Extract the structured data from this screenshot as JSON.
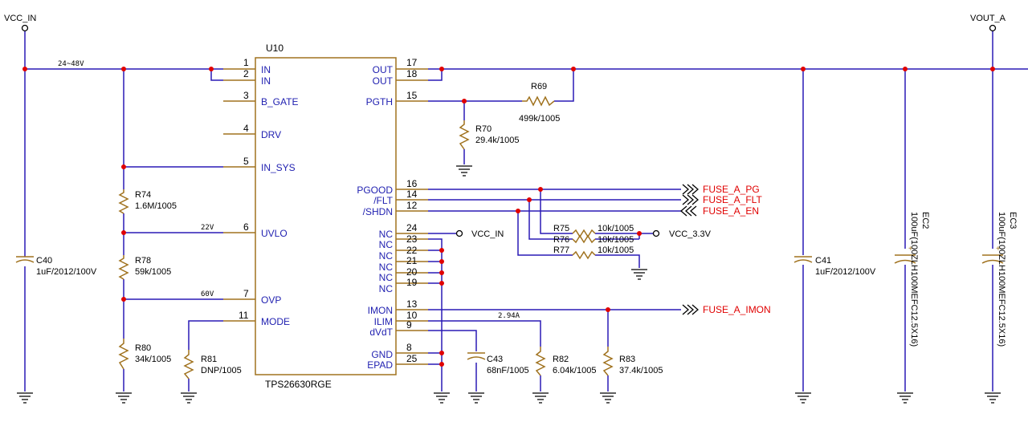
{
  "nets": {
    "vcc_in": "VCC_IN",
    "vout_a": "VOUT_A",
    "vin_range": "24~48V",
    "uvlo_v": "22V",
    "ovp_v": "60V",
    "ilim": "2.94A",
    "vcc_in_nc": "VCC_IN",
    "vcc_3v3": "VCC_3.3V"
  },
  "ic": {
    "ref": "U10",
    "part": "TPS26630RGE",
    "left_pins": [
      {
        "num": "1",
        "name": "IN"
      },
      {
        "num": "2",
        "name": "IN"
      },
      {
        "num": "3",
        "name": "B_GATE"
      },
      {
        "num": "4",
        "name": "DRV"
      },
      {
        "num": "5",
        "name": "IN_SYS"
      },
      {
        "num": "6",
        "name": "UVLO"
      },
      {
        "num": "7",
        "name": "OVP"
      },
      {
        "num": "11",
        "name": "MODE"
      }
    ],
    "right_pins": [
      {
        "num": "17",
        "name": "OUT"
      },
      {
        "num": "18",
        "name": "OUT"
      },
      {
        "num": "15",
        "name": "PGTH"
      },
      {
        "num": "16",
        "name": "PGOOD"
      },
      {
        "num": "14",
        "name": "/FLT"
      },
      {
        "num": "12",
        "name": "/SHDN"
      },
      {
        "num": "24",
        "name": "NC"
      },
      {
        "num": "23",
        "name": "NC"
      },
      {
        "num": "22",
        "name": "NC"
      },
      {
        "num": "21",
        "name": "NC"
      },
      {
        "num": "20",
        "name": "NC"
      },
      {
        "num": "19",
        "name": "NC"
      },
      {
        "num": "13",
        "name": "IMON"
      },
      {
        "num": "10",
        "name": "ILIM"
      },
      {
        "num": "9",
        "name": "dVdT"
      },
      {
        "num": "8",
        "name": "GND"
      },
      {
        "num": "25",
        "name": "EPAD"
      }
    ]
  },
  "components": {
    "c40": {
      "ref": "C40",
      "value": "1uF/2012/100V"
    },
    "r74": {
      "ref": "R74",
      "value": "1.6M/1005"
    },
    "r78": {
      "ref": "R78",
      "value": "59k/1005"
    },
    "r80": {
      "ref": "R80",
      "value": "34k/1005"
    },
    "r81": {
      "ref": "R81",
      "value": "DNP/1005"
    },
    "r69": {
      "ref": "R69",
      "value": "499k/1005"
    },
    "r70": {
      "ref": "R70",
      "value": "29.4k/1005"
    },
    "r75": {
      "ref": "R75",
      "value": "10k/1005"
    },
    "r76": {
      "ref": "R76",
      "value": "10k/1005"
    },
    "r77": {
      "ref": "R77",
      "value": "10k/1005"
    },
    "c43": {
      "ref": "C43",
      "value": "68nF/1005"
    },
    "r82": {
      "ref": "R82",
      "value": "6.04k/1005"
    },
    "r83": {
      "ref": "R83",
      "value": "37.4k/1005"
    },
    "c41": {
      "ref": "C41",
      "value": "1uF/2012/100V"
    },
    "ec2": {
      "ref": "EC2",
      "value": "100uF(100ZLH100MEFC12.5X16)"
    },
    "ec3": {
      "ref": "EC3",
      "value": "100uF(100ZLH100MEFC12.5X16)"
    }
  },
  "signals": {
    "pg": "FUSE_A_PG",
    "flt": "FUSE_A_FLT",
    "en": "FUSE_A_EN",
    "imon": "FUSE_A_IMON"
  }
}
